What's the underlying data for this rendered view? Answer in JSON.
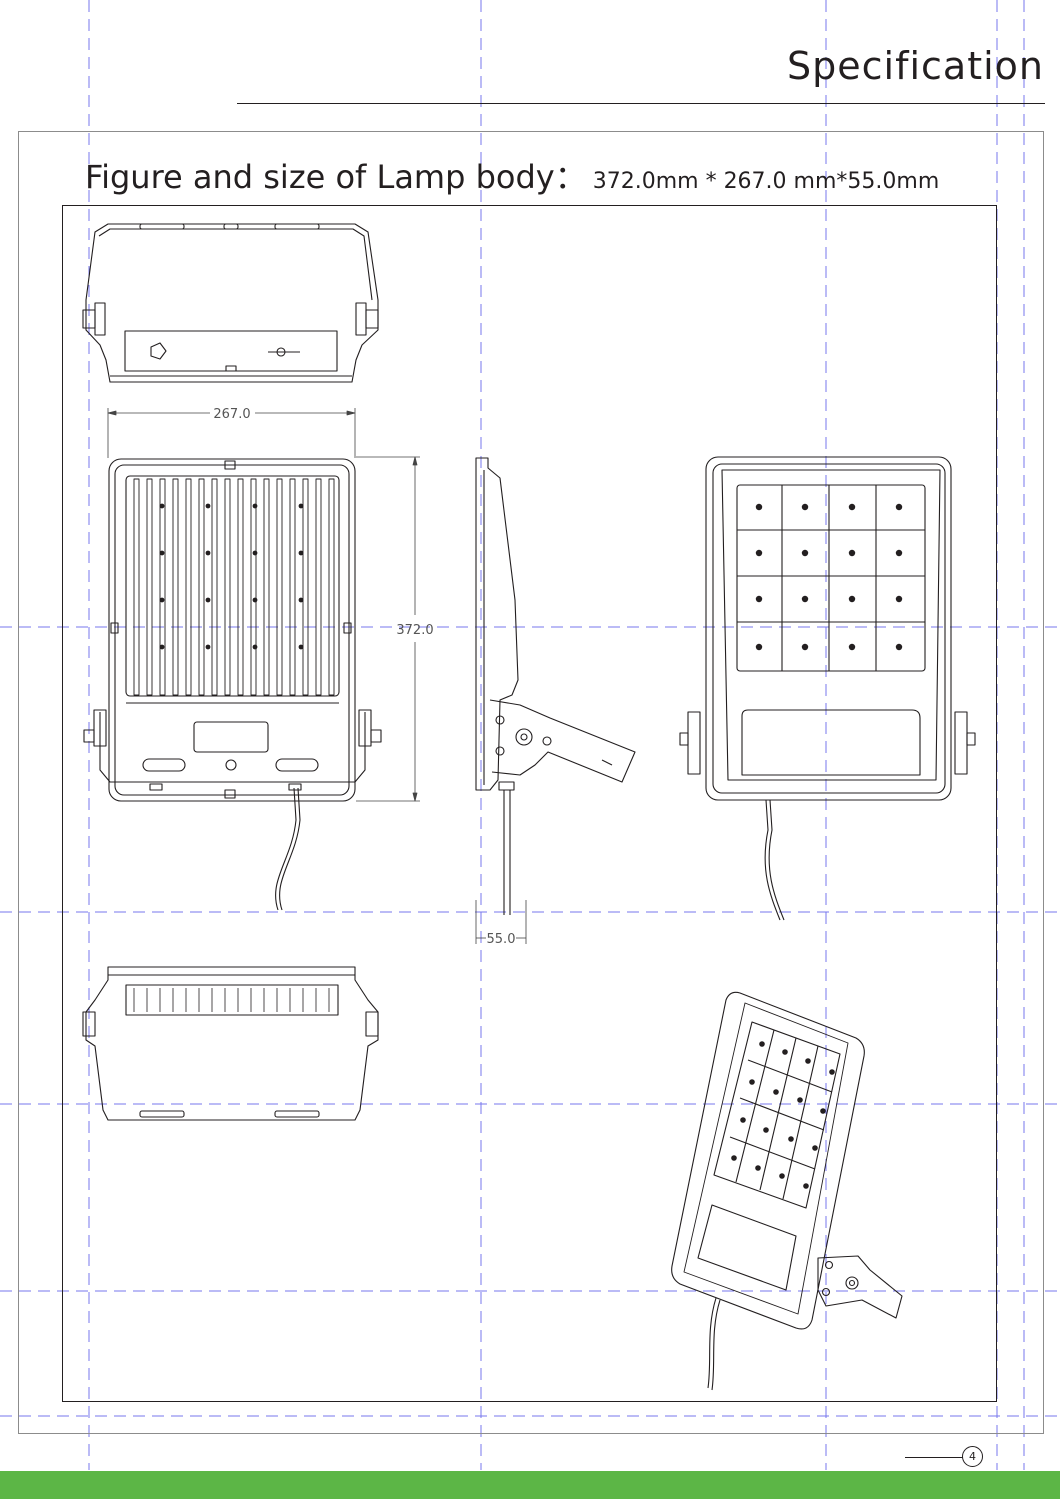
{
  "header": {
    "title": "Specification"
  },
  "figure": {
    "label": "Figure and size of Lamp body：",
    "dimensions": "372.0mm * 267.0 mm*55.0mm"
  },
  "dimensions": {
    "width": "267.0",
    "height": "372.0",
    "depth": "55.0"
  },
  "page": {
    "number": "4"
  },
  "colors": {
    "footer_bar": "#5cb646",
    "guide_lines": "#4a4ae8",
    "line_art": "#231f20"
  }
}
